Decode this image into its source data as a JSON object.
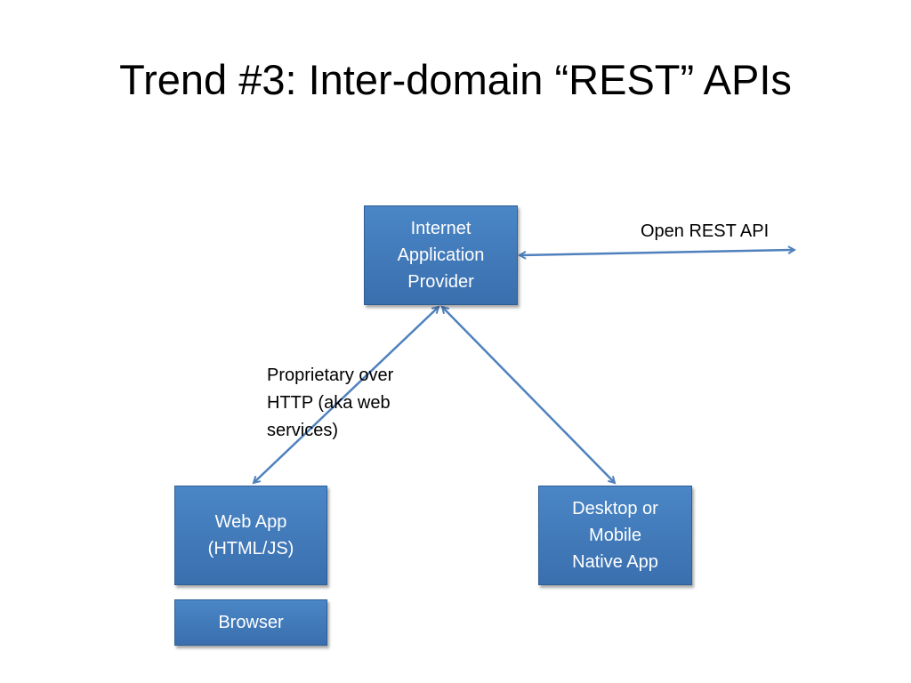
{
  "slide": {
    "title": "Trend #3: Inter-domain “REST” APIs"
  },
  "nodes": {
    "provider": "Internet\nApplication\nProvider",
    "webapp": "Web App\n(HTML/JS)",
    "desktop": "Desktop or\nMobile\nNative App",
    "browser": "Browser"
  },
  "labels": {
    "rest": "Open REST API",
    "proprietary": "Proprietary over\nHTTP (aka web\nservices)"
  },
  "colors": {
    "box": "#4a86c6",
    "edge": "#4f81bd"
  }
}
